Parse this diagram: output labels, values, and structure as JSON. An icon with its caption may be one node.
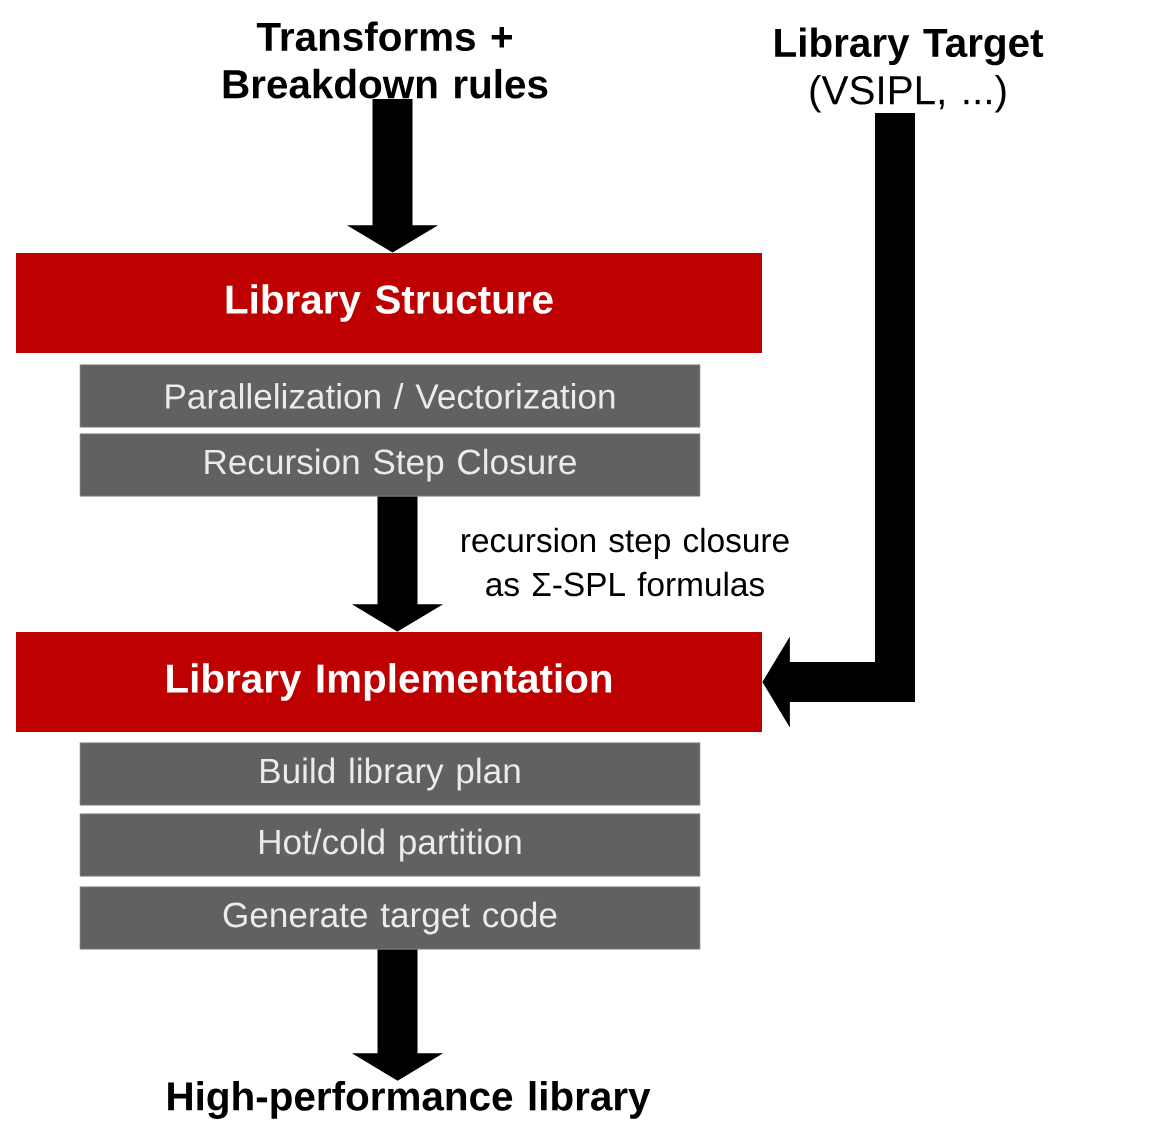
{
  "diagram": {
    "nodes": [
      {
        "text": [
          "Transforms + Breakdown rules"
        ]
      },
      {
        "text": [
          "Library Target",
          "(VSIPL, ...)"
        ]
      },
      {
        "text": [
          "Library Structure"
        ]
      },
      {
        "text": [
          "Parallelization / Vectorization"
        ]
      },
      {
        "text": [
          "Recursion Step Closure"
        ]
      },
      {
        "text": [
          "Library Implementation"
        ]
      },
      {
        "text": [
          "Build library plan"
        ]
      },
      {
        "text": [
          "Hot/cold partition"
        ]
      },
      {
        "text": [
          "Generate target code"
        ]
      },
      {
        "text": [
          "High-performance library"
        ]
      }
    ],
    "edges": [
      {
        "from": 0,
        "to": 2,
        "arrow": "to"
      },
      {
        "from": 4,
        "to": 5,
        "arrow": "to",
        "label": "recursion step closure as Σ-SPL formulas"
      },
      {
        "from": 1,
        "to": 5,
        "arrow": "to"
      },
      {
        "from": 8,
        "to": 9,
        "arrow": "to"
      }
    ]
  }
}
